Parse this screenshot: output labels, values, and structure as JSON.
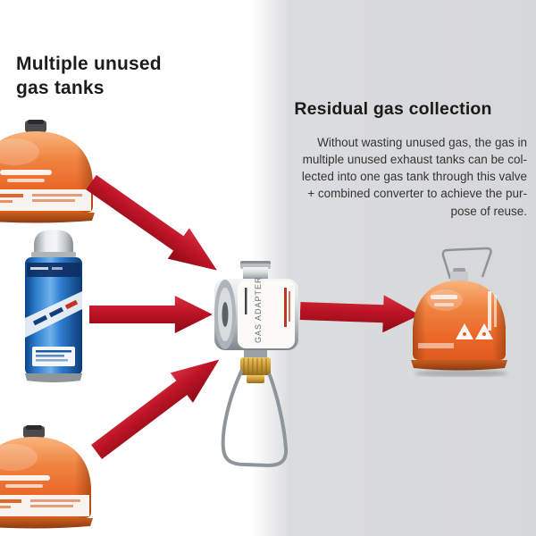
{
  "left_section": {
    "heading": "Multiple unused\ngas tanks"
  },
  "right_section": {
    "heading": "Residual gas collection",
    "body": "Without wasting unused gas, the gas in\nmultiple unused exhaust tanks can be col-\nlected into one gas tank through this valve\n+ combined converter to achieve the pur-\npose of reuse."
  },
  "adapter": {
    "label": "GAS ADAPTER"
  },
  "icons": {
    "tank_top_left": "orange-dome-gas-tank",
    "tank_middle_left": "blue-butane-canister",
    "tank_bottom_left": "orange-dome-gas-tank",
    "center": "gas-adapter-valve-with-wire-stand",
    "tank_right": "orange-collection-tank-with-handle",
    "arrows": "red-flow-arrow"
  },
  "colors": {
    "background_right_panel": "#d9dadc",
    "arrow_red": "#bd1425",
    "tank_orange": "#ea6828",
    "tank_blue": "#2f7fd0",
    "brass": "#cf9f3b",
    "heading_text": "#1c1c1c",
    "body_text": "#343434"
  }
}
